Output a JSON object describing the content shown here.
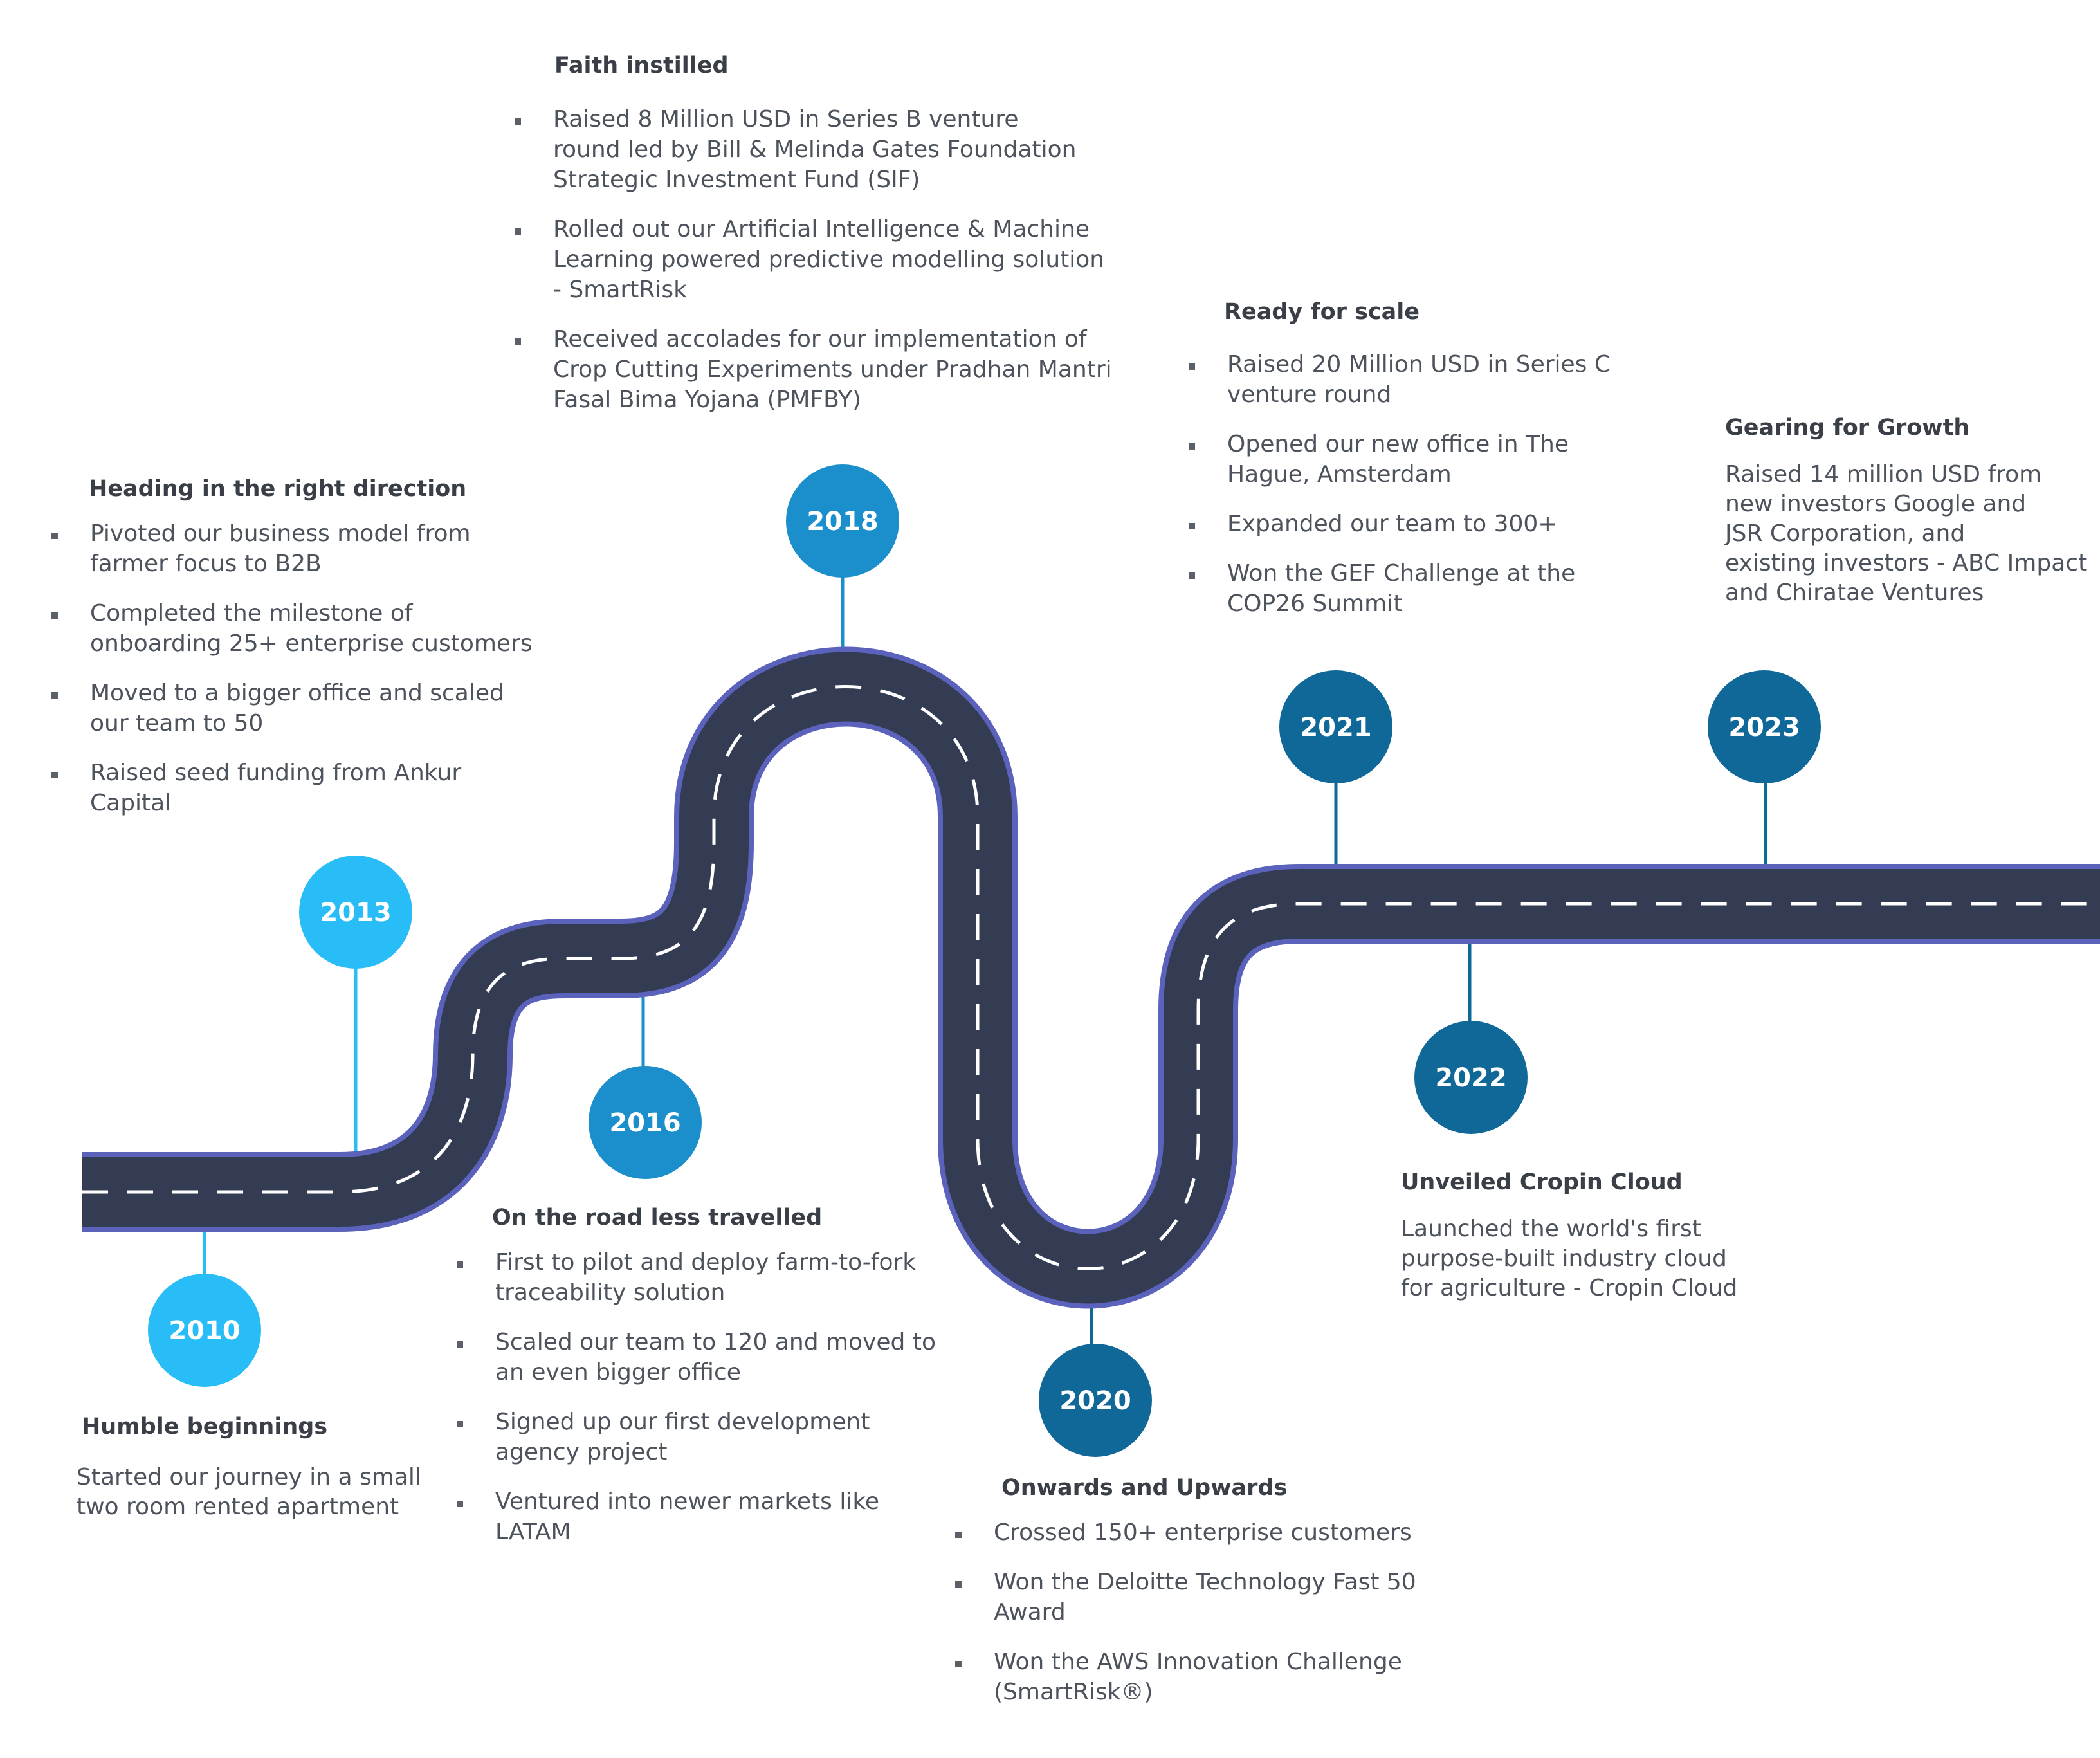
{
  "colors": {
    "road": "#343c54",
    "road_edge": "#5b62bb",
    "lane_mark": "#ffffff",
    "year_2010": "#29bdf7",
    "year_2013": "#29bdf7",
    "year_2016": "#1b8fcb",
    "year_2018": "#1b8fcb",
    "year_2020": "#0f6898",
    "year_2021": "#0f6898",
    "year_2022": "#0f6898",
    "year_2023": "#0f6898"
  },
  "milestones": {
    "m2010": {
      "year": "2010",
      "title": "Humble beginnings",
      "description": "Started our journey in a small\ntwo room rented apartment"
    },
    "m2013": {
      "year": "2013",
      "title": "Heading in the right direction",
      "items": [
        "Pivoted our business model from\nfarmer focus to B2B",
        "Completed the milestone of\nonboarding 25+ enterprise customers",
        "Moved to a bigger office and scaled\nour team to 50",
        "Raised seed funding from Ankur\nCapital"
      ]
    },
    "m2016": {
      "year": "2016",
      "title": "On the road less travelled",
      "items": [
        "First to pilot and deploy farm-to-fork\ntraceability solution",
        "Scaled our team to 120 and moved to\nan even bigger office",
        "Signed up our first development\nagency project",
        "Ventured into newer markets like\nLATAM"
      ]
    },
    "m2018": {
      "year": "2018",
      "title": "Faith instilled",
      "items": [
        "Raised 8 Million USD in Series B venture\nround led by Bill & Melinda Gates Foundation\nStrategic Investment Fund (SIF)",
        "Rolled out our Artificial Intelligence & Machine\nLearning powered predictive modelling solution\n- SmartRisk",
        "Received accolades for our implementation of\nCrop Cutting Experiments under Pradhan Mantri\nFasal Bima Yojana (PMFBY)"
      ]
    },
    "m2020": {
      "year": "2020",
      "title": "Onwards and Upwards",
      "items": [
        "Crossed 150+ enterprise customers",
        "Won the Deloitte Technology Fast 50\nAward",
        "Won the AWS Innovation Challenge\n(SmartRisk®)"
      ]
    },
    "m2021": {
      "year": "2021",
      "title": "Ready for scale",
      "items": [
        "Raised 20 Million USD in Series C\nventure round",
        "Opened our new office in The\nHague, Amsterdam",
        "Expanded our team to 300+",
        "Won the GEF Challenge at the\nCOP26 Summit"
      ]
    },
    "m2022": {
      "year": "2022",
      "title": "Unveiled Cropin Cloud",
      "description": "Launched the world's first\npurpose-built industry cloud\nfor agriculture - Cropin Cloud"
    },
    "m2023": {
      "year": "2023",
      "title": "Gearing for Growth",
      "description": "Raised 14 million USD from\nnew investors Google and\nJSR Corporation, and\nexisting investors - ABC Impact\nand Chiratae Ventures"
    }
  }
}
